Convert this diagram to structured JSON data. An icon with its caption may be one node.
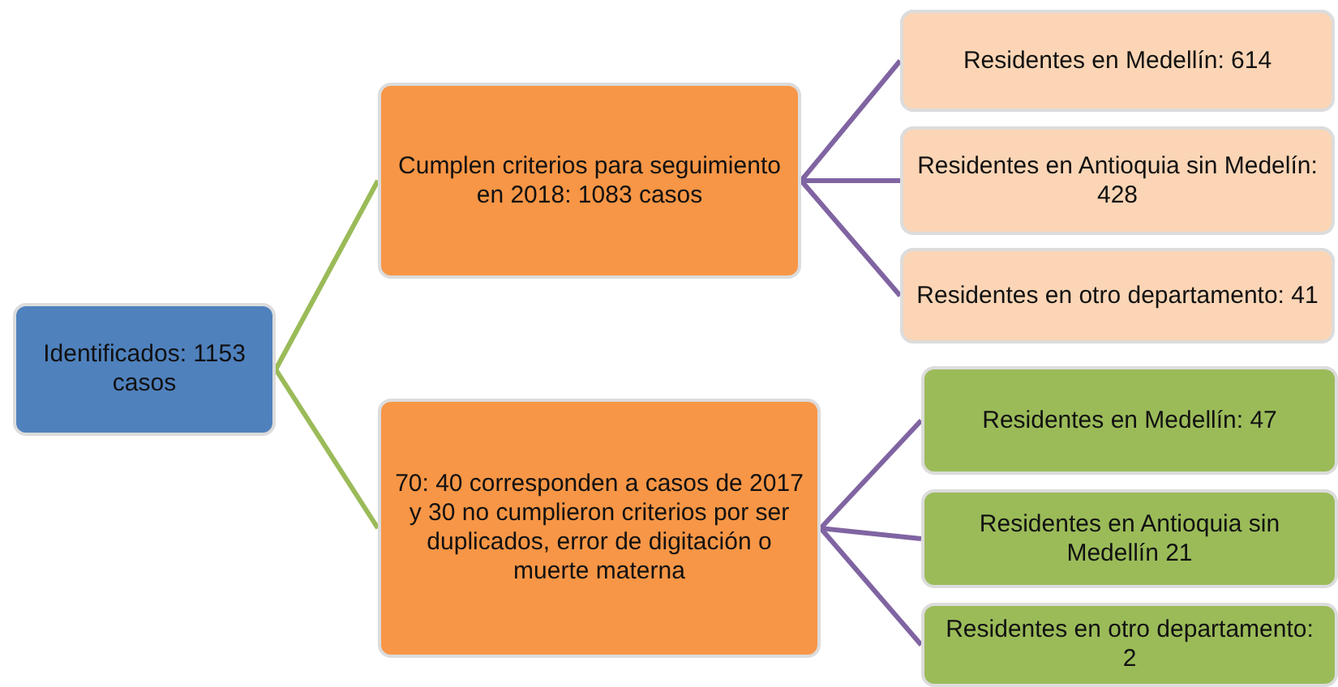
{
  "diagram": {
    "nodes": [
      {
        "text": [
          "Identificados: 1153 casos"
        ]
      },
      {
        "text": [
          "Cumplen criterios para seguimiento en 2018: 1083 casos"
        ]
      },
      {
        "text": [
          "70: 40 corresponden a casos de 2017 y 30 no cumplieron criterios por ser duplicados, error de digitación o muerte materna"
        ]
      },
      {
        "text": [
          "Residentes en Medellín: 614"
        ]
      },
      {
        "text": [
          "Residentes en Antioquia sin Medelín: 428"
        ]
      },
      {
        "text": [
          "Residentes en otro departamento: 41"
        ]
      },
      {
        "text": [
          "Residentes en Medellín: 47"
        ]
      },
      {
        "text": [
          "Residentes en Antioquia sin Medellín 21"
        ]
      },
      {
        "text": [
          "Residentes en otro departamento: 2"
        ]
      }
    ],
    "edges": [
      {
        "from": 0,
        "to": 1,
        "arrow": "none",
        "color": "#9bbb59"
      },
      {
        "from": 0,
        "to": 2,
        "arrow": "none",
        "color": "#9bbb59"
      },
      {
        "from": 1,
        "to": 3,
        "arrow": "none"
      },
      {
        "from": 1,
        "to": 4,
        "arrow": "none"
      },
      {
        "from": 1,
        "to": 5,
        "arrow": "none"
      },
      {
        "from": 2,
        "to": 6,
        "arrow": "none"
      },
      {
        "from": 2,
        "to": 7,
        "arrow": "none"
      },
      {
        "from": 2,
        "to": 8,
        "arrow": "none"
      }
    ]
  }
}
